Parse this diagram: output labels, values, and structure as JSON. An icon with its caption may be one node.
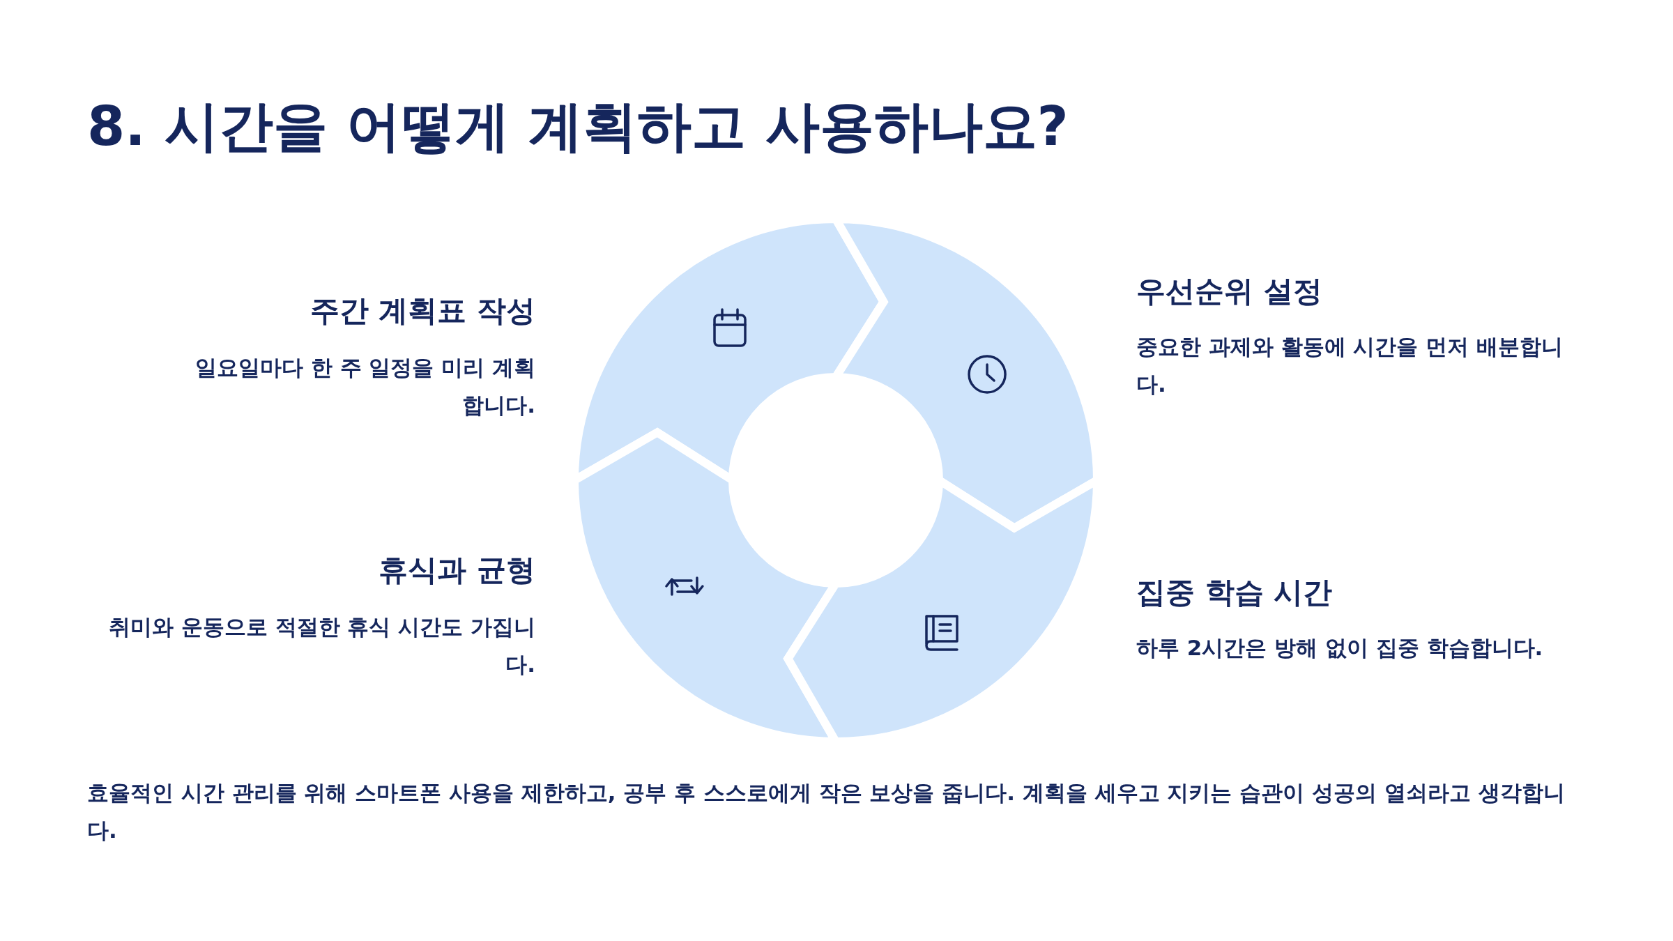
{
  "diagram": {
    "title": "8. 시간을 어떻게 계획하고 사용하나요?",
    "nodes": [
      {
        "text": [
          "주간 계획표 작성",
          "일요일마다 한 주 일정을 미리 계획합니다."
        ]
      },
      {
        "text": [
          "우선순위 설정",
          "중요한 과제와 활동에 시간을 먼저 배분합니다."
        ]
      },
      {
        "text": [
          "휴식과 균형",
          "취미와 운동으로 적절한 휴식 시간도 가집니다."
        ]
      },
      {
        "text": [
          "집중 학습 시간",
          "하루 2시간은 방해 없이 집중 학습합니다."
        ]
      }
    ],
    "labels": [
      "효율적인 시간 관리를 위해 스마트폰 사용을 제한하고, 공부 후 스스로에게 작은 보상을 줍니다. 계획을 세우고 지키는 습관이 성공의 열쇠라고 생각합니다."
    ]
  }
}
